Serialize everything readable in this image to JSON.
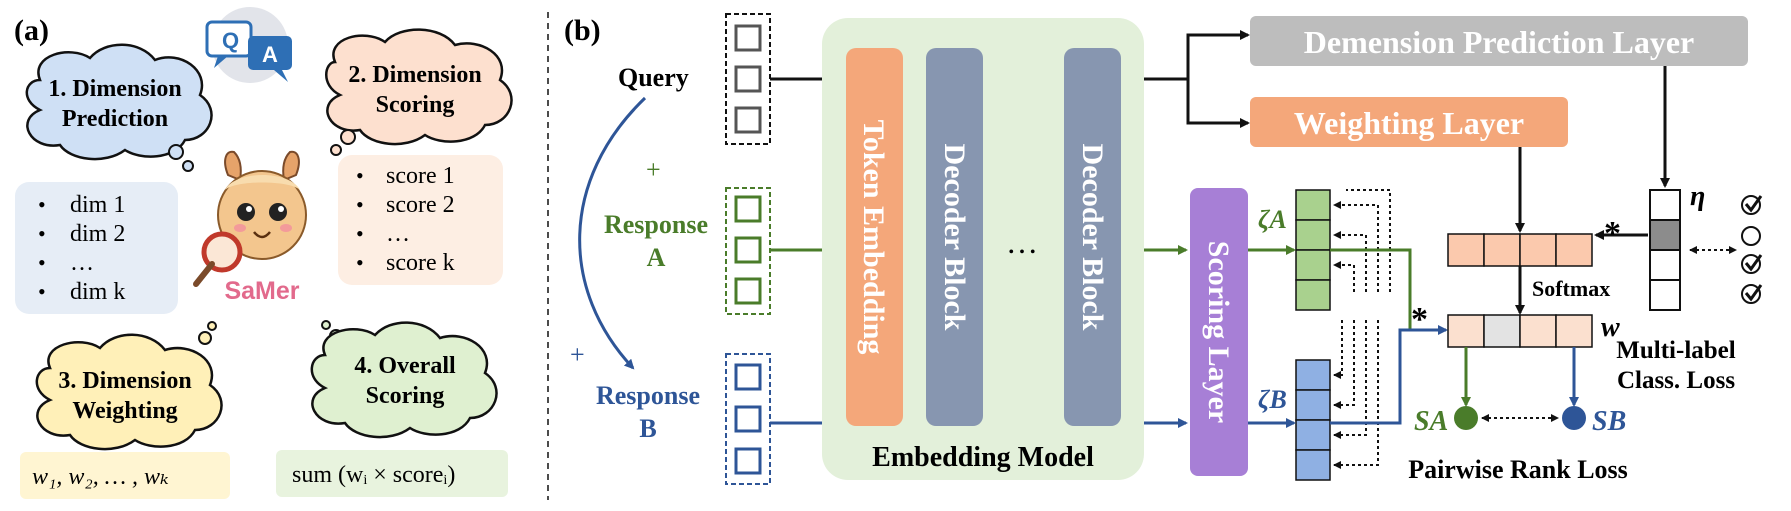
{
  "panel_a": {
    "label": "(a)",
    "qa_q": "Q",
    "qa_a": "A",
    "step1": [
      "1. Dimension",
      "Prediction"
    ],
    "step2": [
      "2. Dimension",
      "Scoring"
    ],
    "step3": [
      "3. Dimension",
      "Weighting"
    ],
    "step4": [
      "4. Overall",
      "Scoring"
    ],
    "dims": [
      "dim 1",
      "dim 2",
      "…",
      "dim k"
    ],
    "scores": [
      "score 1",
      "score 2",
      "…",
      "score k"
    ],
    "weights_formula": "w₁,  w₂,  … ,  wₖ",
    "overall_formula": "sum (wᵢ × scoreᵢ)",
    "mascot_name": "SaMer",
    "bullet": "•"
  },
  "panel_b": {
    "label": "(b)",
    "query": "Query",
    "plus1": "+",
    "response_a": [
      "Response",
      "A"
    ],
    "plus2": "+",
    "response_b": [
      "Response",
      "B"
    ],
    "token_embedding": "Token Embedding",
    "decoder_block_1": "Decoder Block",
    "ellipsis": "…",
    "decoder_block_2": "Decoder Block",
    "embedding_model": "Embedding Model",
    "scoring_layer": "Scoring Layer",
    "dim_pred_layer": "Demension Prediction Layer",
    "weighting_layer": "Weighting Layer",
    "zeta_a": "ζA",
    "zeta_b": "ζB",
    "softmax": "Softmax",
    "star1": "*",
    "star2": "*",
    "eta": "η",
    "w": "w",
    "s_a": "SA",
    "s_b": "SB",
    "pairwise_loss": "Pairwise Rank Loss",
    "multilabel_loss": [
      "Multi-label",
      "Class. Loss"
    ]
  },
  "colors": {
    "query": "#555555",
    "response_a": "#4a7c2a",
    "response_b": "#2e5597",
    "token_embedding": "#f4a77a",
    "decoder": "#8796b0",
    "embedding_bg": "#e3f0da",
    "scoring_layer": "#a77fd6",
    "dim_pred": "#bdbdbd",
    "weighting": "#f4a77a",
    "cloud_blue": "#cfe0f5",
    "cloud_orange": "#fde0cf",
    "cloud_yellow": "#fff0b8",
    "cloud_green": "#dff0d0"
  }
}
